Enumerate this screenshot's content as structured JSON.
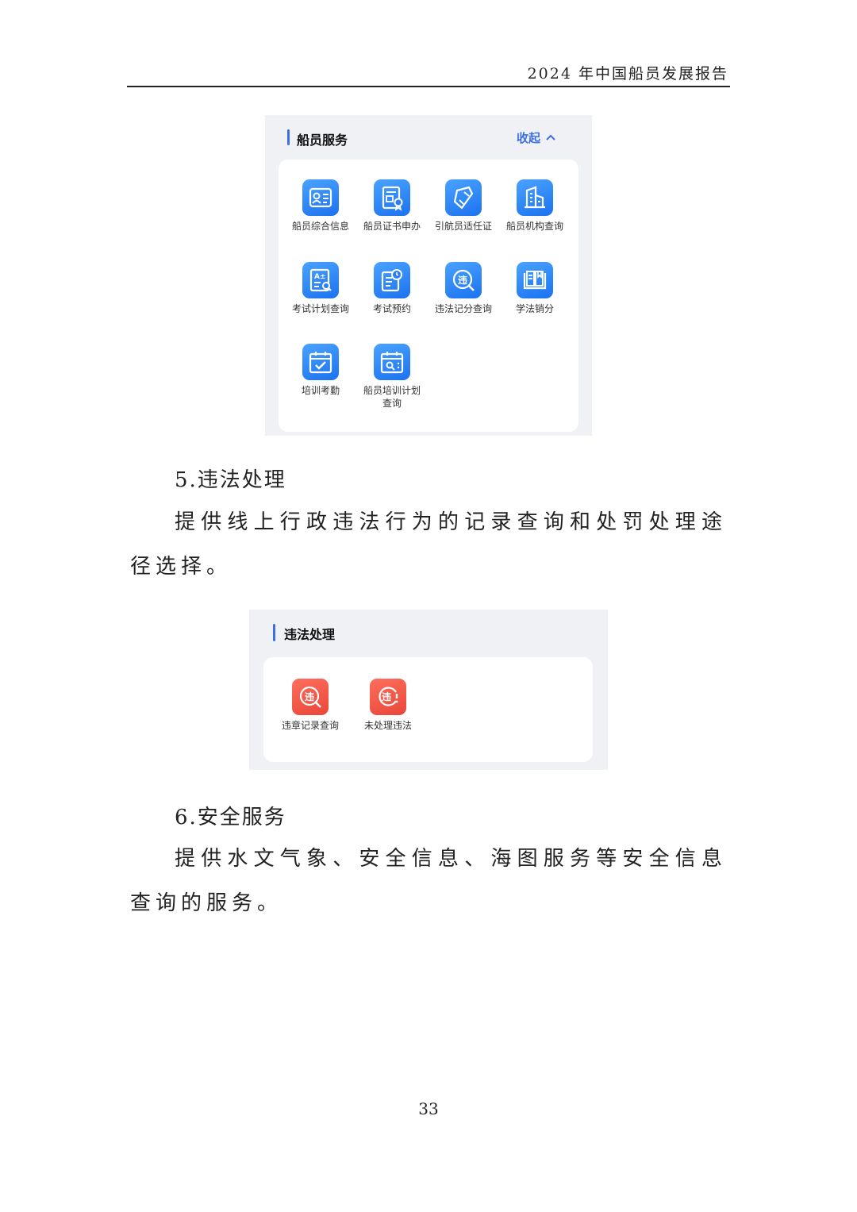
{
  "header": {
    "title": "2024 年中国船员发展报告"
  },
  "crew_panel": {
    "title": "船员服务",
    "collapse_label": "收起",
    "items": [
      {
        "label": "船员综合信息",
        "icon": "id-card-icon"
      },
      {
        "label": "船员证书申办",
        "icon": "certificate-icon"
      },
      {
        "label": "引航员适任证",
        "icon": "pilot-badge-icon"
      },
      {
        "label": "船员机构查询",
        "icon": "building-icon"
      },
      {
        "label": "考试计划查询",
        "icon": "exam-plan-icon"
      },
      {
        "label": "考试预约",
        "icon": "exam-booking-icon"
      },
      {
        "label": "违法记分查询",
        "icon": "violation-score-icon"
      },
      {
        "label": "学法销分",
        "icon": "open-book-icon"
      },
      {
        "label": "培训考勤",
        "icon": "calendar-check-icon"
      },
      {
        "label": "船员培训计划\n查询",
        "icon": "calendar-search-icon"
      }
    ]
  },
  "section5": {
    "heading": "5.违法处理",
    "text": "提供线上行政违法行为的记录查询和处罚处理途径选择。"
  },
  "violation_panel": {
    "title": "违法处理",
    "items": [
      {
        "label": "违章记录查询",
        "icon": "violation-search-icon"
      },
      {
        "label": "未处理违法",
        "icon": "violation-alert-icon"
      }
    ]
  },
  "section6": {
    "heading": "6.安全服务",
    "text": "提供水文气象、安全信息、海图服务等安全信息查询的服务。"
  },
  "page_number": "33",
  "colors": {
    "accent": "#3d6fe0",
    "icon_blue": "#1b72f0",
    "icon_red": "#e8473a",
    "panel_bg": "#f0f1f5"
  }
}
